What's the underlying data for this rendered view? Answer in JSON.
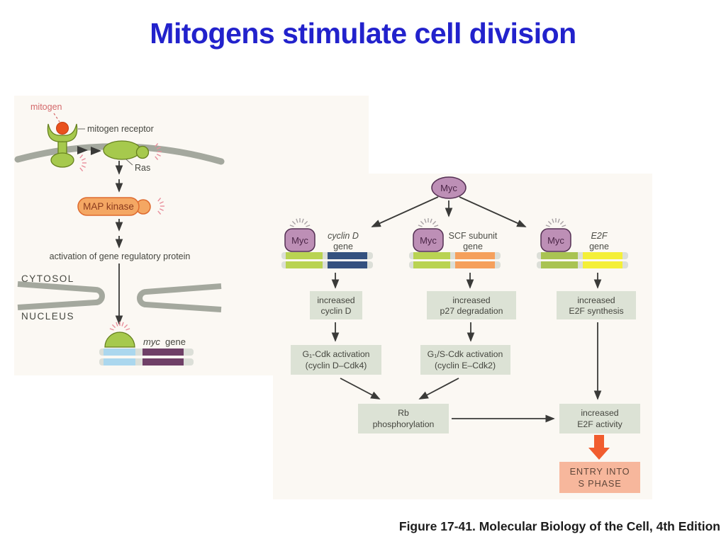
{
  "slide": {
    "title": "Mitogens stimulate cell division",
    "caption": "Figure 17-41. Molecular Biology of the Cell, 4th Edition"
  },
  "colors": {
    "title_blue": "#2222cc",
    "membrane_gray": "#a4a89e",
    "protein_green": "#a6c94d",
    "protein_green_border": "#66801f",
    "mitogen_red": "#e9511d",
    "map_kinase_orange": "#f4a763",
    "map_kinase_border": "#de6b2f",
    "myc_mauve": "#bd8fb6",
    "myc_border": "#543053",
    "box_gray_green": "#dce2d5",
    "entry_salmon": "#f7b79c",
    "entry_arrow_orange": "#f15c2e",
    "dna_base": "#dcdfd8",
    "dna_green": "#b9d352",
    "dna_blue": "#34517f",
    "dna_orange": "#f5a05c",
    "dna_yellow": "#f4ef38",
    "dna_lightblue": "#abd7ee",
    "dna_purple": "#6f4067",
    "activity_pink": "#e88f9c"
  },
  "left_panel": {
    "mitogen_label": "mitogen",
    "receptor_label": "mitogen receptor",
    "ras_label": "Ras",
    "map_kinase_label": "MAP kinase",
    "activation_text": "activation of gene regulatory protein",
    "cytosol_label": "CYTOSOL",
    "nucleus_label": "NUCLEUS",
    "myc_gene_italic": "myc",
    "myc_gene_rest": "gene"
  },
  "right_panel": {
    "myc_top": "Myc",
    "branches": [
      {
        "myc": "Myc",
        "gene_line1": "cyclin D",
        "gene_line2": "gene",
        "effect_line1": "increased",
        "effect_line2": "cyclin D",
        "cdk_line1": "G₁-Cdk activation",
        "cdk_line2": "(cyclin D–Cdk4)"
      },
      {
        "myc": "Myc",
        "gene_line1": "SCF subunit",
        "gene_line2": "gene",
        "effect_line1": "increased",
        "effect_line2": "p27 degradation",
        "cdk_line1": "G₁/S-Cdk activation",
        "cdk_line2": "(cyclin E–Cdk2)"
      },
      {
        "myc": "Myc",
        "gene_line1": "E2F",
        "gene_line2": "gene",
        "effect_line1": "increased",
        "effect_line2": "E2F synthesis"
      }
    ],
    "rb_line1": "Rb",
    "rb_line2": "phosphorylation",
    "e2f_activity_line1": "increased",
    "e2f_activity_line2": "E2F activity",
    "entry_line1": "ENTRY INTO",
    "entry_line2": "S PHASE"
  }
}
